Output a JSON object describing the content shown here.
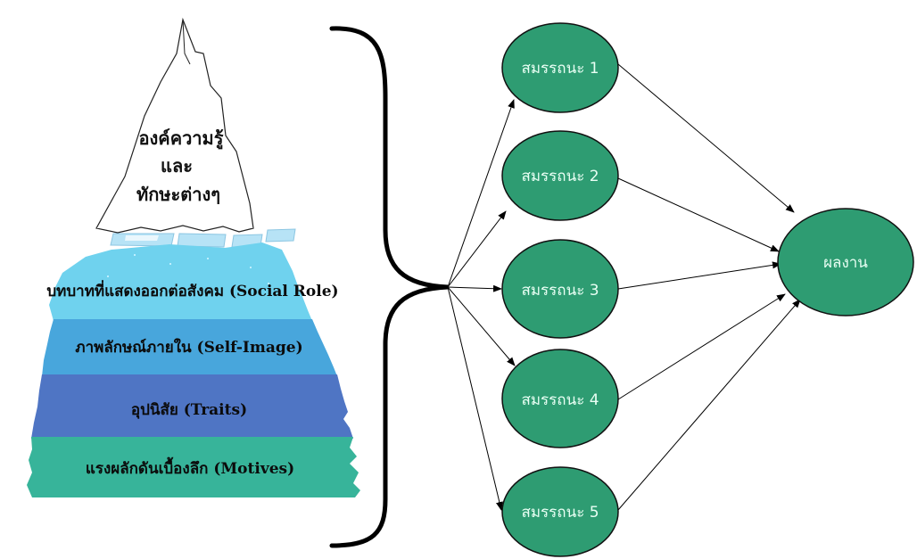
{
  "iceberg": {
    "tip": {
      "line1": "องค์ความรู้",
      "line2": "และ",
      "line3": "ทักษะต่างๆ"
    },
    "layers": {
      "social_role": "บทบาทที่แสดงออกต่อสังคม (Social Role)",
      "self_image": "ภาพลักษณ์ภายใน (Self-Image)",
      "traits": "อุปนิสัย (Traits)",
      "motives": "แรงผลักดันเบื้องลึก (Motives)"
    }
  },
  "competencies": [
    {
      "label": "สมรรถนะ 1"
    },
    {
      "label": "สมรรถนะ 2"
    },
    {
      "label": "สมรรถนะ 3"
    },
    {
      "label": "สมรรถนะ 4"
    },
    {
      "label": "สมรรถนะ 5"
    }
  ],
  "outcome": {
    "label": "ผลงาน"
  },
  "colors": {
    "node_fill": "#2e9c72",
    "node_stroke": "#111111",
    "layer_social": "#6fd2ee",
    "layer_self": "#48a6dc",
    "layer_traits": "#4f75c4",
    "layer_motives": "#37b49a",
    "ice_cap": "#b7e3f6"
  }
}
